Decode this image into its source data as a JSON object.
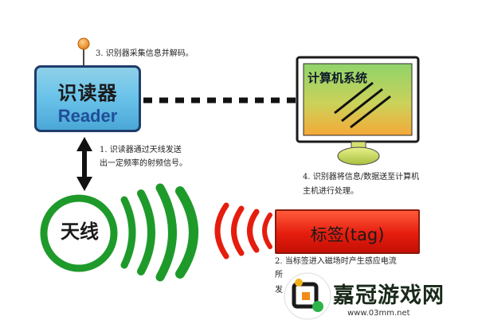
{
  "reader": {
    "title": "识读器",
    "subtitle": "Reader",
    "note": "3. 识别器采集信息并解码。"
  },
  "link_note": {
    "line1": "1. 识读器通过天线发送",
    "line2": "出一定频率的射频信号。"
  },
  "computer": {
    "title": "计算机系统",
    "note_line1": "4. 识别器将信息/数据送至计算机",
    "note_line2": "主机进行处理。"
  },
  "antenna": {
    "label": "天线"
  },
  "tag": {
    "label": "标签(tag)",
    "note_line1": "2. 当标签进入磁场时产生感应电流",
    "note_line2": "所",
    "note_line3": "发"
  },
  "watermark": {
    "name": "嘉冠游戏网",
    "url": "www.03mm.net"
  },
  "colors": {
    "reader_fill": "#6cc4ea",
    "reader_border": "#1f3c6b",
    "wave_green": "#1e9a2a",
    "wave_red": "#e51d0e",
    "tag_fill": "#e51d0e",
    "monitor_screen_top": "#7ecb60",
    "monitor_screen_bottom": "#f5b13a"
  }
}
